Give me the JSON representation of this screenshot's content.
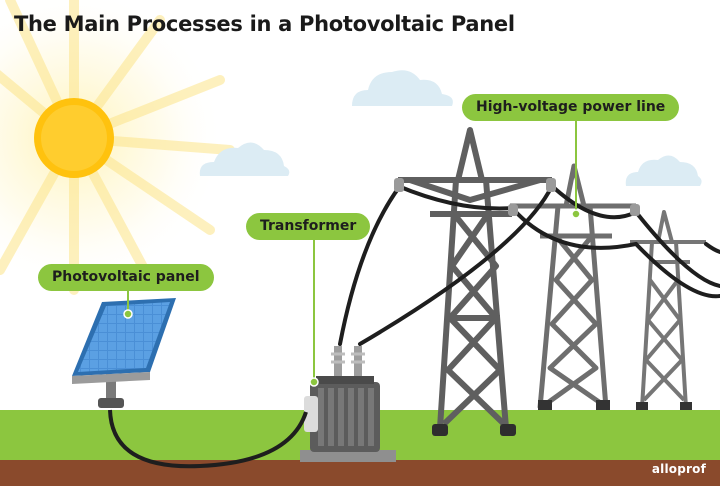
{
  "title": "The Main Processes in a Photovoltaic Panel",
  "labels": {
    "photovoltaic_panel": "Photovoltaic panel",
    "transformer": "Transformer",
    "power_line": "High-voltage power line"
  },
  "brand": "alloprof",
  "colors": {
    "label_bg": "#8cc63f",
    "grass": "#8cc63f",
    "soil": "#8a4a2c",
    "sun": "#ffc20e",
    "tower": "#6b6b6b",
    "panel": "#3f7fc4",
    "cloud": "#dcecf4"
  }
}
